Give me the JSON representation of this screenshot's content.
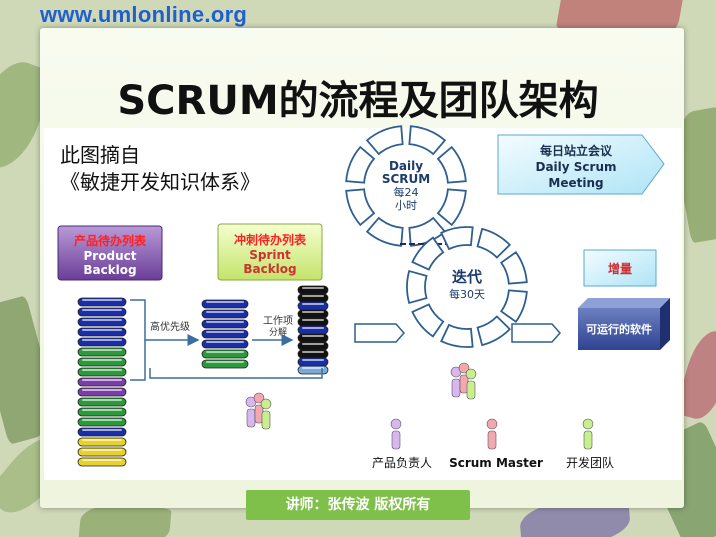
{
  "site_url": "www.umlonline.org",
  "title": "SCRUM的流程及团队架构",
  "quote_line1": "此图摘自",
  "quote_line2": "《敏捷开发知识体系》",
  "product_backlog": {
    "cn": "产品待办列表",
    "en1": "Product",
    "en2": "Backlog"
  },
  "sprint_backlog": {
    "cn": "冲刺待办列表",
    "en1": "Sprint",
    "en2": "Backlog"
  },
  "priority_label": "高优先级",
  "task_label1": "工作项",
  "task_label2": "分解",
  "daily_scrum": {
    "line1": "Daily",
    "line2": "SCRUM",
    "line3": "每24",
    "line4": "小时"
  },
  "daily_meeting": {
    "cn": "每日站立会议",
    "en1": "Daily Scrum",
    "en2": "Meeting"
  },
  "iteration": {
    "line1": "迭代",
    "line2": "每30天"
  },
  "increment": "增量",
  "working_software": "可运行的软件",
  "roles": [
    "产品负责人",
    "Scrum Master",
    "开发团队"
  ],
  "footer": "讲师：张传波 版权所有",
  "colors": {
    "url": "#1f5fd0",
    "product_box": "#7a4fa8",
    "sprint_box": "#c9ea6a",
    "circle": "#2f5f8f",
    "footer": "#7fc04a"
  }
}
